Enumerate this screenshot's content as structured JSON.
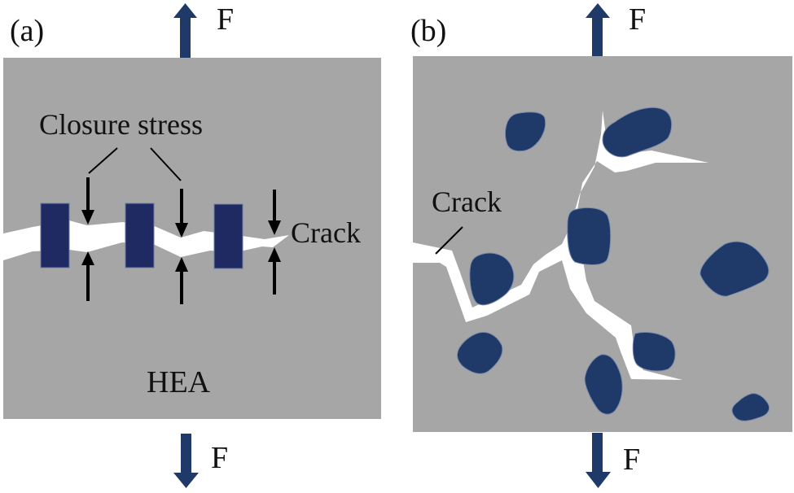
{
  "figure": {
    "colors": {
      "matrix": "#a6a6a6",
      "crack": "#ffffff",
      "particle_a": "#1f2a63",
      "particle_b": "#1f3a68",
      "force_arrow": "#1f3a68",
      "stress_arrow": "#000000",
      "text": "#111111"
    },
    "panels": [
      {
        "id": "a",
        "letter": "(a)",
        "top_force_label": "F",
        "bottom_force_label": "F",
        "annotations": {
          "closure_stress": "Closure stress",
          "crack": "Crack",
          "material": "HEA"
        },
        "particle_shape": "rectangle",
        "particle_count": 3,
        "closure_stress_arrow_pairs": 3
      },
      {
        "id": "b",
        "letter": "(b)",
        "top_force_label": "F",
        "bottom_force_label": "F",
        "annotations": {
          "crack": "Crack"
        },
        "particle_shape": "rounded-irregular",
        "particle_count": 9,
        "crack_branches": [
          "main-branching-crack",
          "upper-right-branch",
          "lower-right-branch"
        ]
      }
    ]
  }
}
